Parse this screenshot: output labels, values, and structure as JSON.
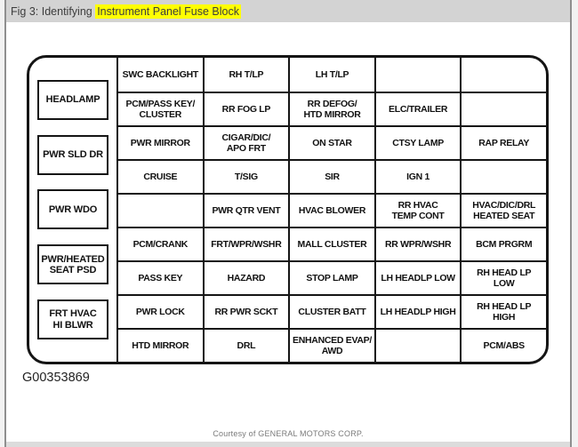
{
  "window": {
    "title_prefix": "Fig 3: Identifying ",
    "title_highlight": "Instrument Panel Fuse Block",
    "highlight_bg": "#ffff00",
    "titlebar_bg": "#d3d3d3"
  },
  "diagram": {
    "left_boxes": [
      "HEADLAMP",
      "PWR SLD DR",
      "PWR WDO",
      "PWR/HEATED\nSEAT PSD",
      "FRT HVAC\nHI BLWR"
    ],
    "grid": {
      "rows": [
        [
          "SWC BACKLIGHT",
          "RH T/LP",
          "LH T/LP",
          "",
          ""
        ],
        [
          "PCM/PASS KEY/\nCLUSTER",
          "RR FOG LP",
          "RR DEFOG/\nHTD MIRROR",
          "ELC/TRAILER",
          ""
        ],
        [
          "PWR MIRROR",
          "CIGAR/DIC/\nAPO FRT",
          "ON STAR",
          "CTSY LAMP",
          "RAP RELAY"
        ],
        [
          "CRUISE",
          "T/SIG",
          "SIR",
          "IGN 1",
          ""
        ],
        [
          "",
          "PWR QTR VENT",
          "HVAC BLOWER",
          "RR HVAC\nTEMP CONT",
          "HVAC/DIC/DRL\nHEATED SEAT"
        ],
        [
          "PCM/CRANK",
          "FRT/WPR/WSHR",
          "MALL CLUSTER",
          "RR WPR/WSHR",
          "BCM PRGRM"
        ],
        [
          "PASS KEY",
          "HAZARD",
          "STOP LAMP",
          "LH HEADLP LOW",
          "RH HEAD LP\nLOW"
        ],
        [
          "PWR LOCK",
          "RR PWR SCKT",
          "CLUSTER BATT",
          "LH HEADLP HIGH",
          "RH HEAD LP\nHIGH"
        ],
        [
          "HTD MIRROR",
          "DRL",
          "ENHANCED EVAP/\nAWD",
          "",
          "PCM/ABS"
        ]
      ]
    },
    "figure_id": "G00353869",
    "credit": "Courtesy of GENERAL MOTORS CORP."
  }
}
